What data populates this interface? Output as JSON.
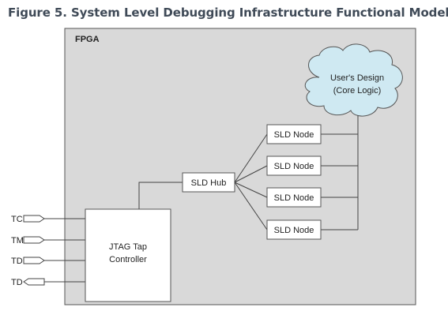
{
  "figure": {
    "title": "Figure 5. System Level Debugging Infrastructure Functional Model"
  },
  "fpga": {
    "label": "FPGA"
  },
  "cloud": {
    "line1": "User's Design",
    "line2": "(Core Logic)"
  },
  "hub": {
    "label": "SLD Hub"
  },
  "nodes": [
    {
      "label": "SLD Node"
    },
    {
      "label": "SLD Node"
    },
    {
      "label": "SLD Node"
    },
    {
      "label": "SLD Node"
    }
  ],
  "jtag": {
    "line1": "JTAG Tap",
    "line2": "Controller"
  },
  "pins": [
    {
      "label": "TC",
      "direction": "in"
    },
    {
      "label": "TM",
      "direction": "in"
    },
    {
      "label": "TD",
      "direction": "in"
    },
    {
      "label": "TD",
      "direction": "out"
    }
  ],
  "colors": {
    "fpga_fill": "#d9d9d9",
    "cloud_fill": "#cfe9f2",
    "title_text": "#3f4a57",
    "line": "#444444"
  }
}
